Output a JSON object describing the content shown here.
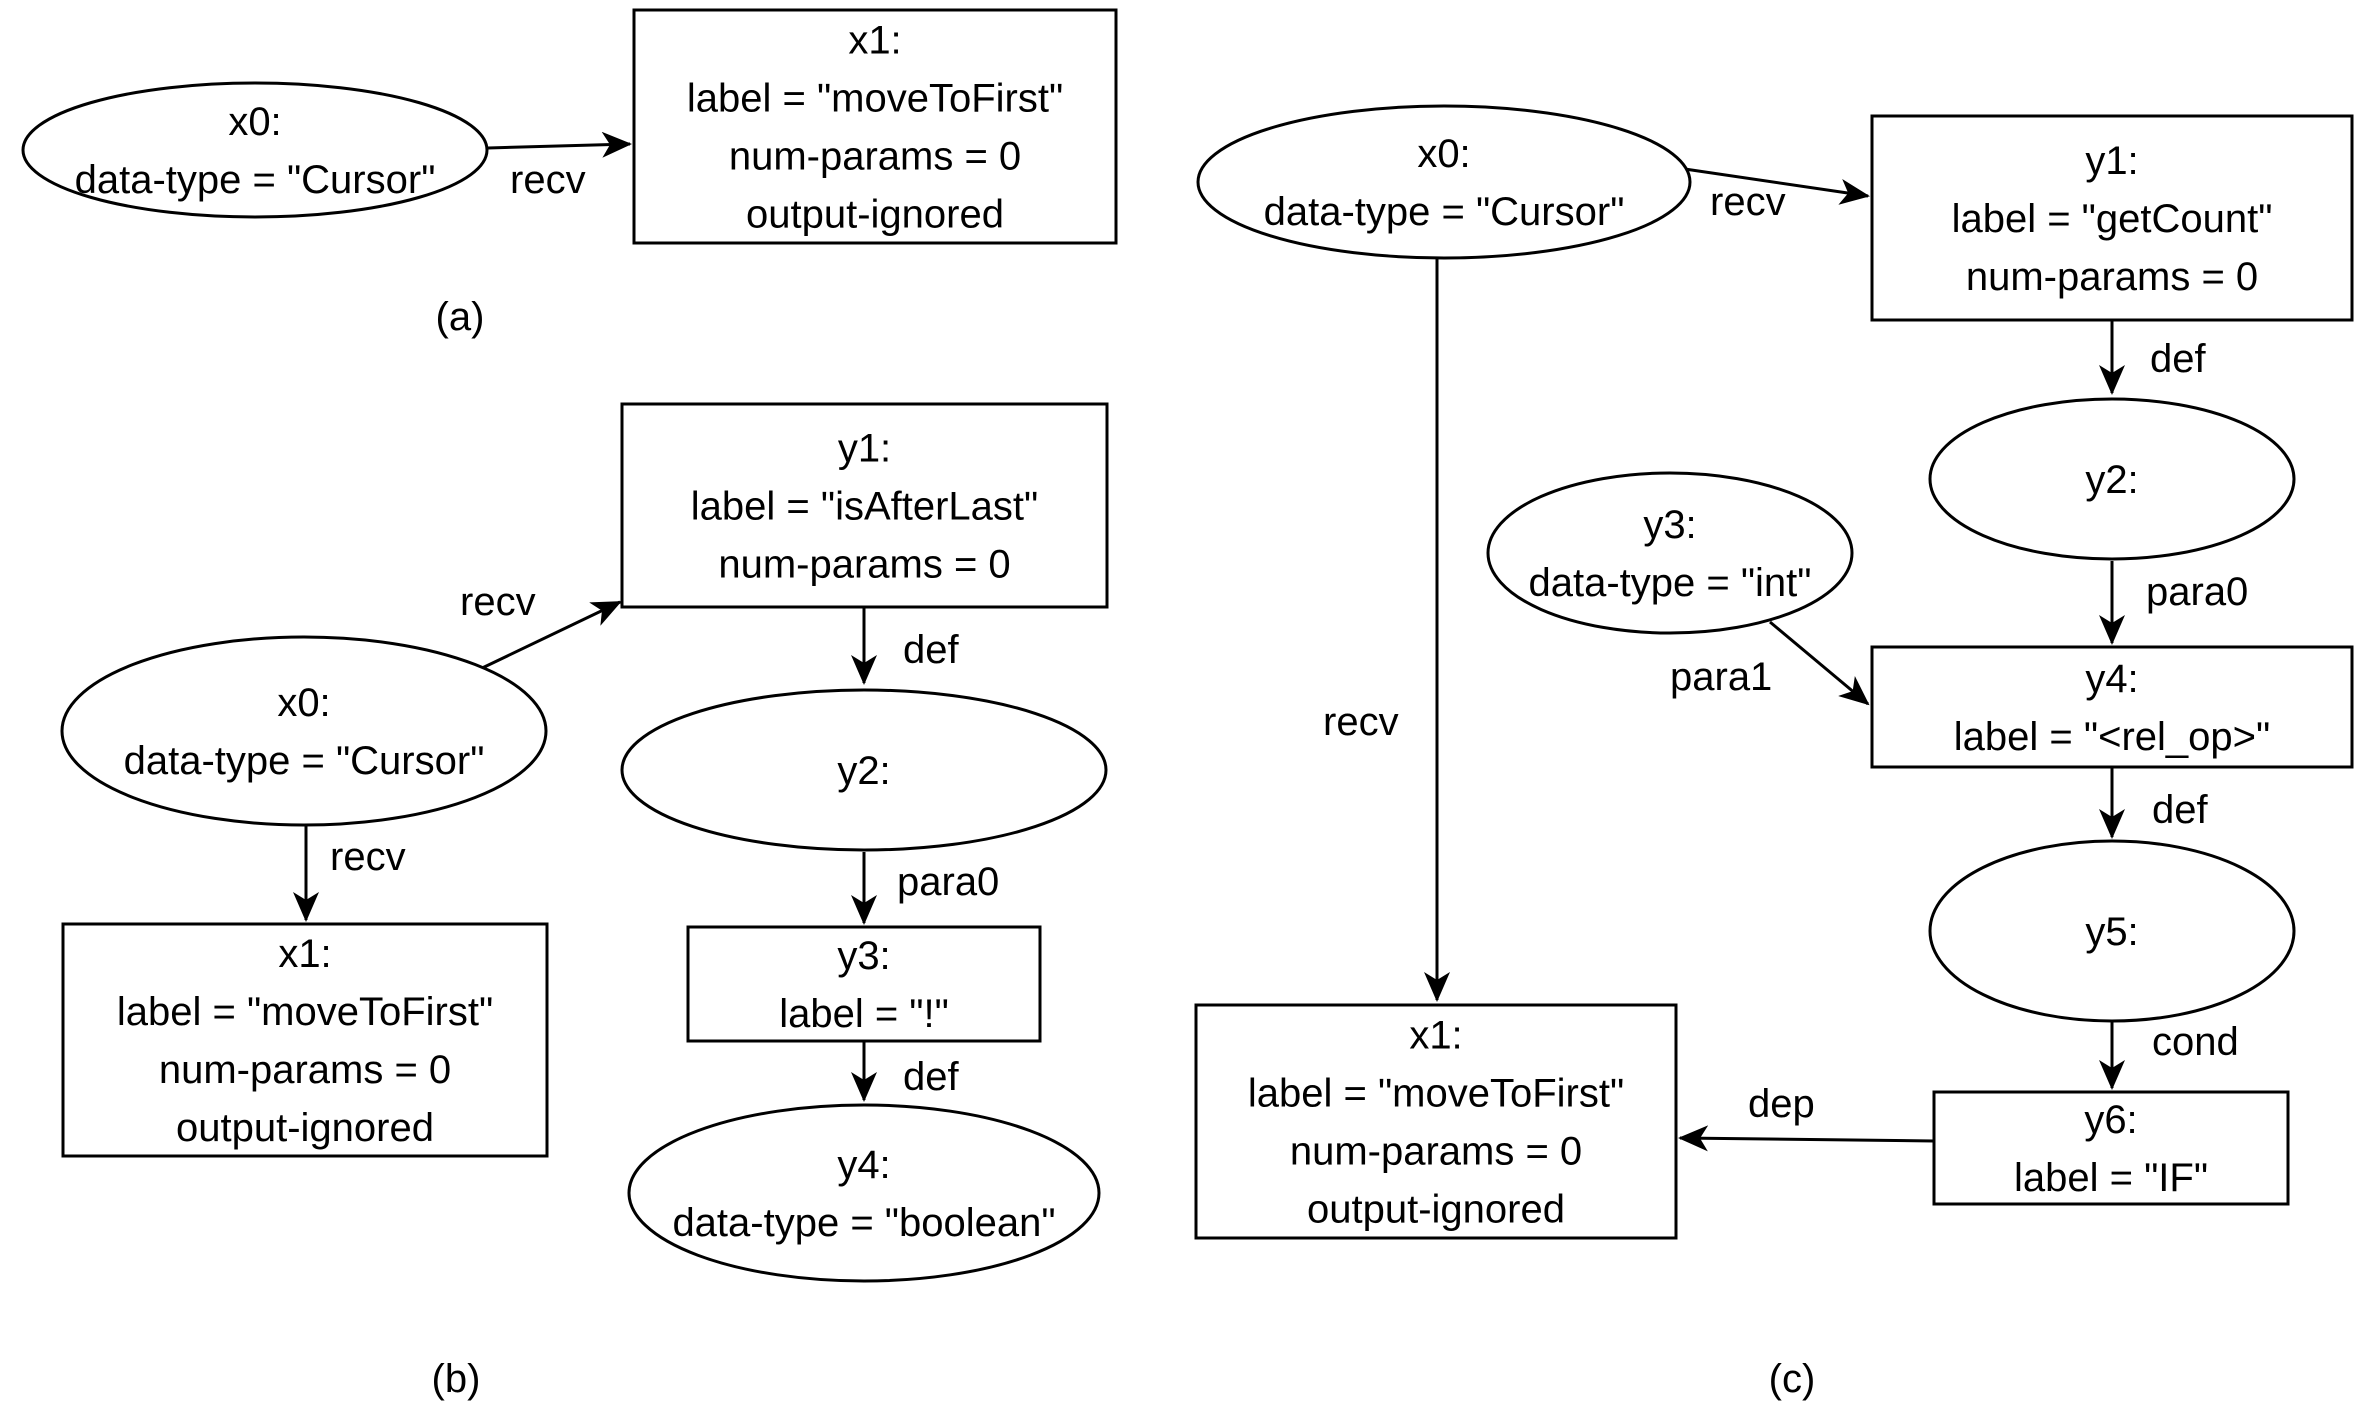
{
  "diagram": {
    "stroke_color": "#000000",
    "background": "#ffffff",
    "panels": [
      {
        "caption": "(a)",
        "nodes": [
          {
            "id": "a_x0",
            "shape": "ellipse",
            "lines": [
              "x0:",
              "data-type = \"Cursor\""
            ]
          },
          {
            "id": "a_x1",
            "shape": "rect",
            "lines": [
              "x1:",
              "label = \"moveToFirst\"",
              "num-params = 0",
              "output-ignored"
            ]
          }
        ],
        "edges": [
          {
            "from": "a_x0",
            "to": "a_x1",
            "label": "recv"
          }
        ]
      },
      {
        "caption": "(b)",
        "nodes": [
          {
            "id": "b_y1",
            "shape": "rect",
            "lines": [
              "y1:",
              "label = \"isAfterLast\"",
              "num-params = 0"
            ]
          },
          {
            "id": "b_x0",
            "shape": "ellipse",
            "lines": [
              "x0:",
              "data-type = \"Cursor\""
            ]
          },
          {
            "id": "b_y2",
            "shape": "ellipse",
            "lines": [
              "y2:"
            ]
          },
          {
            "id": "b_x1",
            "shape": "rect",
            "lines": [
              "x1:",
              "label = \"moveToFirst\"",
              "num-params = 0",
              "output-ignored"
            ]
          },
          {
            "id": "b_y3",
            "shape": "rect",
            "lines": [
              "y3:",
              "label = \"!\""
            ]
          },
          {
            "id": "b_y4",
            "shape": "ellipse",
            "lines": [
              "y4:",
              "data-type = \"boolean\""
            ]
          }
        ],
        "edges": [
          {
            "from": "b_x0",
            "to": "b_y1",
            "label": "recv"
          },
          {
            "from": "b_x0",
            "to": "b_x1",
            "label": "recv"
          },
          {
            "from": "b_y1",
            "to": "b_y2",
            "label": "def"
          },
          {
            "from": "b_y2",
            "to": "b_y3",
            "label": "para0"
          },
          {
            "from": "b_y3",
            "to": "b_y4",
            "label": "def"
          }
        ]
      },
      {
        "caption": "(c)",
        "nodes": [
          {
            "id": "c_x0",
            "shape": "ellipse",
            "lines": [
              "x0:",
              "data-type = \"Cursor\""
            ]
          },
          {
            "id": "c_y1",
            "shape": "rect",
            "lines": [
              "y1:",
              "label = \"getCount\"",
              "num-params = 0"
            ]
          },
          {
            "id": "c_y2",
            "shape": "ellipse",
            "lines": [
              "y2:"
            ]
          },
          {
            "id": "c_y3",
            "shape": "ellipse",
            "lines": [
              "y3:",
              "data-type = \"int\""
            ]
          },
          {
            "id": "c_y4",
            "shape": "rect",
            "lines": [
              "y4:",
              "label = \"<rel_op>\""
            ]
          },
          {
            "id": "c_y5",
            "shape": "ellipse",
            "lines": [
              "y5:"
            ]
          },
          {
            "id": "c_y6",
            "shape": "rect",
            "lines": [
              "y6:",
              "label = \"IF\""
            ]
          },
          {
            "id": "c_x1",
            "shape": "rect",
            "lines": [
              "x1:",
              "label = \"moveToFirst\"",
              "num-params = 0",
              "output-ignored"
            ]
          }
        ],
        "edges": [
          {
            "from": "c_x0",
            "to": "c_y1",
            "label": "recv"
          },
          {
            "from": "c_x0",
            "to": "c_x1",
            "label": "recv"
          },
          {
            "from": "c_y1",
            "to": "c_y2",
            "label": "def"
          },
          {
            "from": "c_y2",
            "to": "c_y4",
            "label": "para0"
          },
          {
            "from": "c_y3",
            "to": "c_y4",
            "label": "para1"
          },
          {
            "from": "c_y4",
            "to": "c_y5",
            "label": "def"
          },
          {
            "from": "c_y5",
            "to": "c_y6",
            "label": "cond"
          },
          {
            "from": "c_y6",
            "to": "c_x1",
            "label": "dep"
          }
        ]
      }
    ]
  }
}
